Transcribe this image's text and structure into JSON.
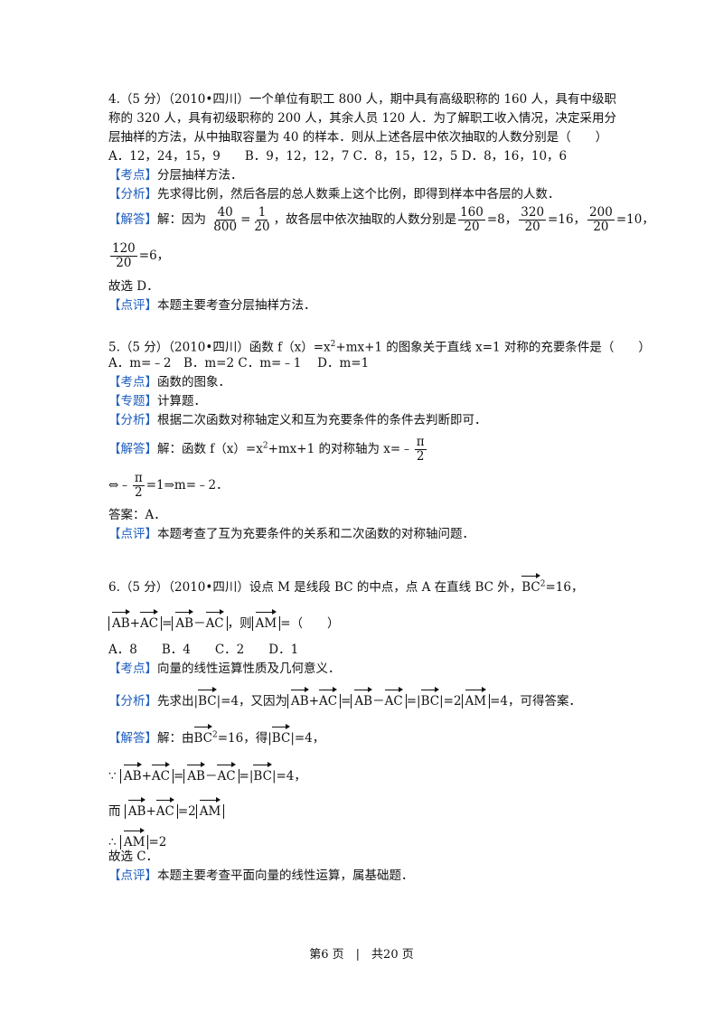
{
  "tags": {
    "kaodian": "【考点】",
    "fenxi": "【分析】",
    "jieda": "【解答】",
    "dianping": "【点评】",
    "zhuanti": "【专题】"
  },
  "q4": {
    "l1": "4.（5 分）（2010•四川）一个单位有职工 800 人，期中具有高级职称的 160 人，具有中级职",
    "l2": "称的 320 人，具有初级职称的 200 人，其余人员 120 人．为了解职工收入情况，决定采用分",
    "l3": "层抽样的方法，从中抽取容量为 40 的样本．则从上述各层中依次抽取的人数分别是（　　）",
    "options": "A．12，24，15，9　　B．9，12，12，7 C．8，15，12，5 D．8，16，10，6",
    "kaodian": "分层抽样方法．",
    "fenxi": "先求得比例，然后各层的总人数乘上这个比例，即得到样本中各层的人数．",
    "jieda_pre": "解：因为",
    "f1n": "40",
    "f1d": "800",
    "eq1": "=",
    "f2n": "1",
    "f2d": "20",
    "jieda_mid": "，故各层中依次抽取的人数分别是",
    "f3n": "160",
    "f3d": "20",
    "r3": "=8，",
    "f4n": "320",
    "f4d": "20",
    "r4": "=16，",
    "f5n": "200",
    "f5d": "20",
    "r5": "=10，",
    "f6n": "120",
    "f6d": "20",
    "r6": "=6，",
    "choose": "故选 D．",
    "dianping": "本题主要考查分层抽样方法．"
  },
  "q5": {
    "l1_pre": "5.（5 分）（2010•四川）函数 f（x）=x",
    "l1_sup": "2",
    "l1_post": "+mx+1 的图象关于直线 x=1 对称的充要条件是（　　）",
    "options": "A．m=﹣2　B．m=2 C．m=﹣1　 D．m=1",
    "kaodian": "函数的图象．",
    "zhuanti": "计算题．",
    "fenxi": "根据二次函数对称轴定义和互为充要条件的条件去判断即可．",
    "jieda_pre": "解：函数 f（x）=x",
    "jieda_sup": "2",
    "jieda_post": "+mx+1 的对称轴为 x=﹣",
    "pi_n": "π",
    "pi_d": "2",
    "impl_pre": "⇔﹣",
    "impl_post": "=1⇒m=﹣2．",
    "answer": "答案：A．",
    "dianping": "本题考查了互为充要条件的关系和二次函数的对称轴问题．"
  },
  "q6": {
    "l1": "6.（5 分）（2010•四川）设点 M 是线段 BC 的中点，点 A 在直线 BC 外，",
    "BC": "BC",
    "sq": "2",
    "eq16": "=16，",
    "AB": "AB",
    "AC": "AC",
    "AM": "AM",
    "plus": "+",
    "minus": "－",
    "eq": "=",
    "ask": "，则",
    "ask_end": "=（　　）",
    "options": "A．8　　B．4　　C．2　　D．1",
    "kaodian": "向量的线性运算性质及几何意义．",
    "fenxi_a": "先求出|",
    "fenxi_b": "|=4，又因为",
    "fenxi_c": "=|",
    "fenxi_d": "|=2",
    "fenxi_e": "=4，可得答案．",
    "jieda_a": "解：由",
    "jieda_b": "=16，得|",
    "jieda_c": "|=4，",
    "because": "∵",
    "bec_c": "=|",
    "bec_d": "|=4，",
    "er": "而",
    "er_eq": "=2",
    "therefore": "∴",
    "th_eq": "=2",
    "choose": "故选 C．",
    "dianping": "本题主要考查平面向量的线性运算，属基础题．"
  },
  "footer": "第6 页　|　共20 页"
}
